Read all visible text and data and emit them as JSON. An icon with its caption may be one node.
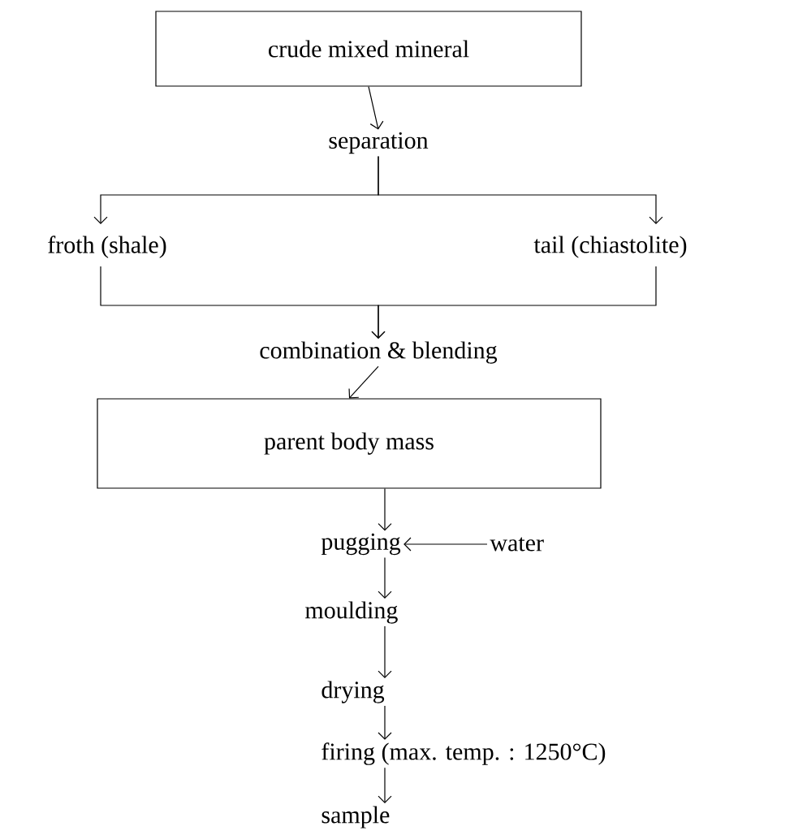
{
  "diagram": {
    "nodes": [
      {
        "text": [
          "crude mixed mineral"
        ]
      },
      {
        "text": [
          "separation"
        ]
      },
      {
        "text": [
          "froth (shale)"
        ]
      },
      {
        "text": [
          "tail (chiastolite)"
        ]
      },
      {
        "text": [
          "combination & blending"
        ]
      },
      {
        "text": [
          "parent body mass"
        ]
      },
      {
        "text": [
          "pugging"
        ]
      },
      {
        "text": [
          "water"
        ]
      },
      {
        "text": [
          "moulding"
        ]
      },
      {
        "text": [
          "drying"
        ]
      },
      {
        "text": [
          "firing (max. temp. : 1250°C)"
        ]
      },
      {
        "text": [
          "sample"
        ]
      }
    ],
    "edges": [
      {
        "from": 0,
        "to": 1,
        "arrow": "to"
      },
      {
        "from": 1,
        "to": 2,
        "arrow": "to"
      },
      {
        "from": 1,
        "to": 3,
        "arrow": "to"
      },
      {
        "from": 2,
        "to": 4,
        "arrow": "to"
      },
      {
        "from": 3,
        "to": 4,
        "arrow": "to"
      },
      {
        "from": 4,
        "to": 5,
        "arrow": "to"
      },
      {
        "from": 5,
        "to": 6,
        "arrow": "to"
      },
      {
        "from": 7,
        "to": 6,
        "arrow": "to"
      },
      {
        "from": 6,
        "to": 8,
        "arrow": "to"
      },
      {
        "from": 8,
        "to": 9,
        "arrow": "to"
      },
      {
        "from": 9,
        "to": 10,
        "arrow": "to"
      },
      {
        "from": 10,
        "to": 11,
        "arrow": "to"
      }
    ]
  }
}
